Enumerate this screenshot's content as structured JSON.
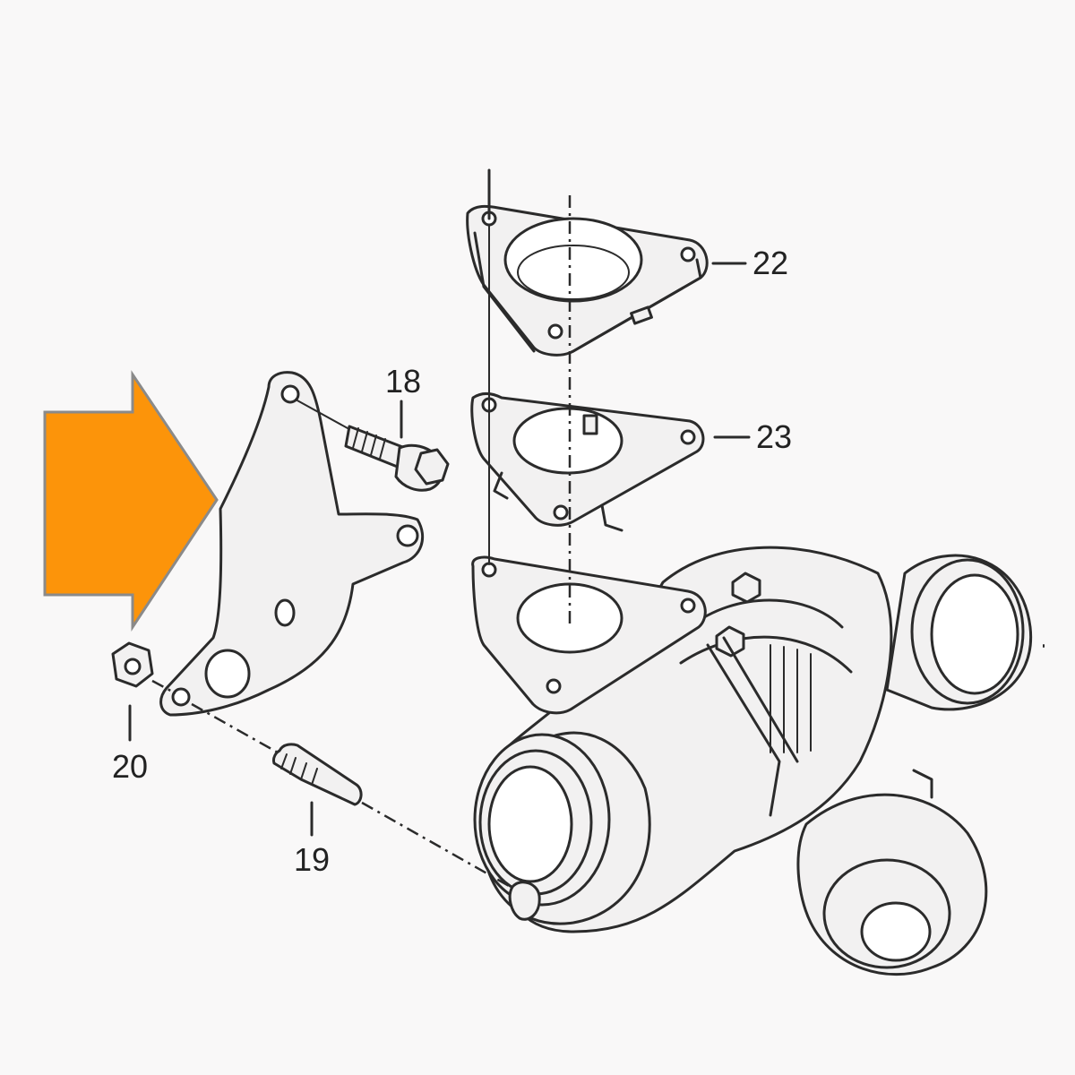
{
  "callouts": {
    "c18": "18",
    "c19": "19",
    "c20": "20",
    "c22": "22",
    "c23": "23"
  },
  "colors": {
    "arrow": "#fc940a",
    "arrow_outline": "#8a8a8a",
    "line": "#2b2b2b",
    "part_fill": "#f2f1f1",
    "background": "#f9f8f8"
  }
}
